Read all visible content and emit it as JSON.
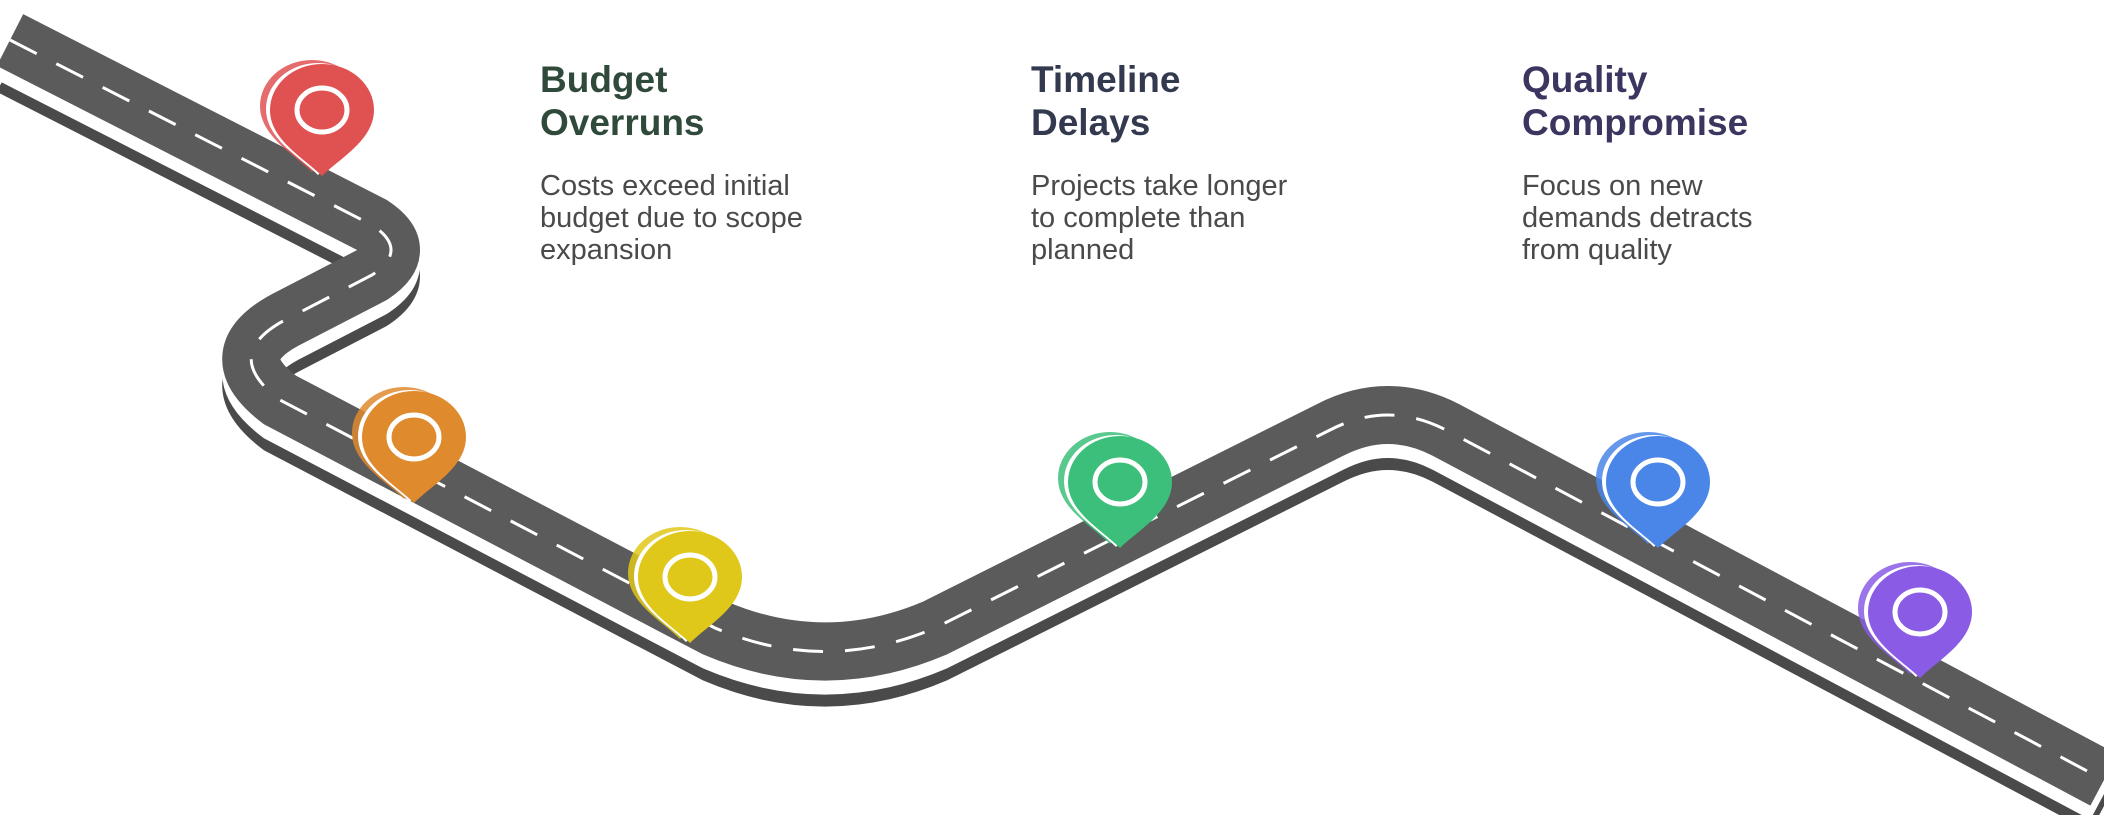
{
  "cards": [
    {
      "title_lines": [
        "Budget",
        "Overruns"
      ],
      "desc_lines": [
        "Costs exceed initial",
        "budget due to scope",
        "expansion"
      ],
      "title_color": "#2f4a3a"
    },
    {
      "title_lines": [
        "Timeline",
        "Delays"
      ],
      "desc_lines": [
        "Projects take longer",
        "to complete than",
        "planned"
      ],
      "title_color": "#33394f"
    },
    {
      "title_lines": [
        "Quality",
        "Compromise"
      ],
      "desc_lines": [
        "Focus on new",
        "demands detracts",
        "from quality"
      ],
      "title_color": "#3a3660"
    }
  ],
  "road": {
    "asphalt": "#5b5b5b",
    "shadow": "#4a4a4a",
    "lane_marking": "#ffffff"
  },
  "markers": [
    {
      "name": "red-location-pin-icon",
      "color": "#e05252"
    },
    {
      "name": "orange-location-pin-icon",
      "color": "#e08a2e"
    },
    {
      "name": "yellow-location-pin-icon",
      "color": "#e0c81a"
    },
    {
      "name": "green-location-pin-icon",
      "color": "#3cbf7a"
    },
    {
      "name": "blue-location-pin-icon",
      "color": "#4a86e8"
    },
    {
      "name": "purple-location-pin-icon",
      "color": "#8a5ce6"
    }
  ]
}
